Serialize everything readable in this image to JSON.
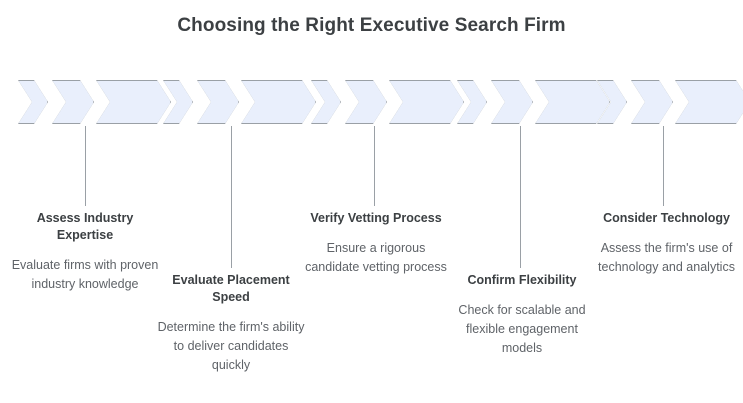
{
  "title": "Choosing the Right Executive Search Firm",
  "colors": {
    "chevron_fill": "#e9effc",
    "chevron_stroke": "#9aa0a6",
    "heading_text": "#3c4043",
    "body_text": "#5f6368",
    "connector": "#9aa0a6",
    "background": "#ffffff"
  },
  "steps": [
    {
      "heading": "Assess Industry Expertise",
      "description": "Evaluate firms with proven industry knowledge",
      "position": "above"
    },
    {
      "heading": "Evaluate Placement Speed",
      "description": "Determine the firm's ability to deliver candidates quickly",
      "position": "below"
    },
    {
      "heading": "Verify Vetting Process",
      "description": "Ensure a rigorous candidate vetting process",
      "position": "above"
    },
    {
      "heading": "Confirm Flexibility",
      "description": "Check for scalable and flexible engagement models",
      "position": "below"
    },
    {
      "heading": "Consider Technology",
      "description": "Assess the firm's use of technology and analytics",
      "position": "above"
    }
  ]
}
